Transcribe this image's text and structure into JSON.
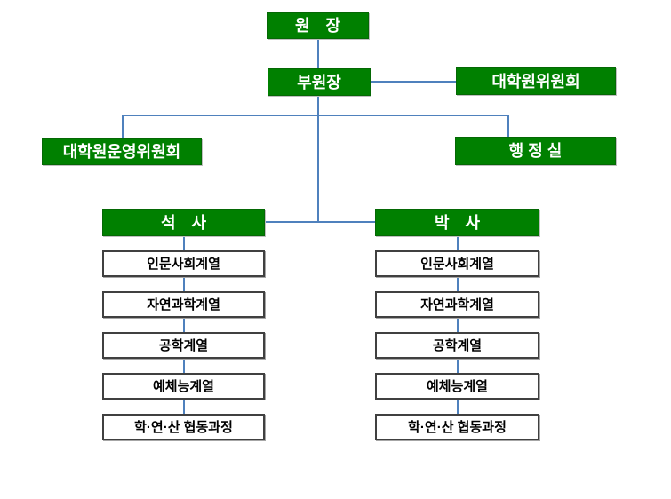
{
  "title": "graduate-school-organization-chart",
  "colors": {
    "node_fill_green": "#008000",
    "node_border_green": "#056805",
    "node_text": "#ffffff",
    "connector_blue": "#4f81bd",
    "dept_border": "#404040",
    "dept_text": "#000000",
    "background": "#ffffff"
  },
  "chart": {
    "director": "원　장",
    "vice_director": "부원장",
    "graduate_committee": "대학원위원회",
    "operating_committee": "대학원운영위원회",
    "admin_office": "행 정 실",
    "masters": {
      "label": "석　사",
      "departments": [
        "인문사회계열",
        "자연과학계열",
        "공학계열",
        "예체능계열",
        "학·연·산 협동과정"
      ]
    },
    "doctoral": {
      "label": "박　사",
      "departments": [
        "인문사회계열",
        "자연과학계열",
        "공학계열",
        "예체능계열",
        "학·연·산 협동과정"
      ]
    }
  }
}
